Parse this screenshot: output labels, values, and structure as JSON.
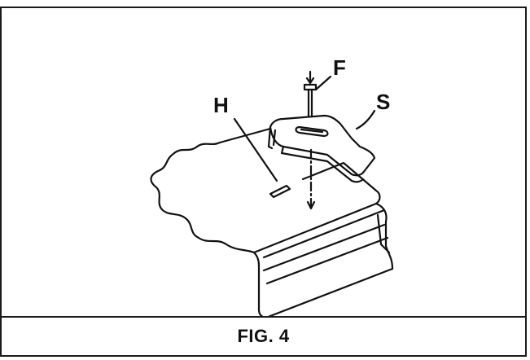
{
  "figure": {
    "callouts": {
      "h": "H",
      "f": "F",
      "s": "S"
    },
    "caption": "FIG. 4"
  }
}
